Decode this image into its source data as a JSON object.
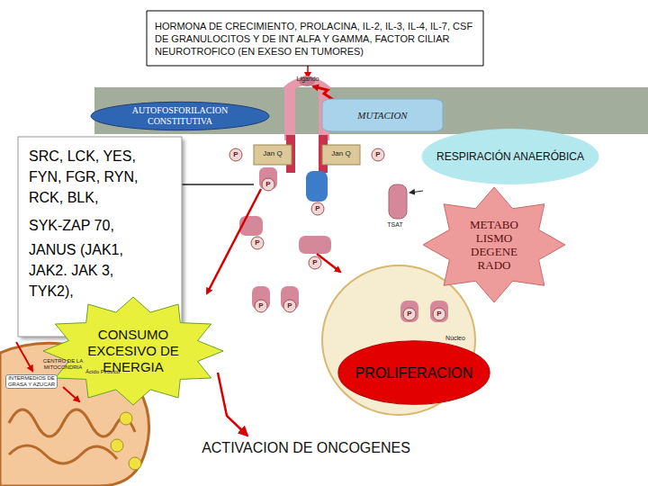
{
  "diagram": {
    "nodes": [
      {
        "text": [
          "HORMONA DE CRECIMIENTO, PROLACINA, IL-2, IL-3, IL-4, IL-7, CSF DE GRANULOCITOS Y DE INT ALFA Y GAMMA, FACTOR CILIAR NEUROTROFICO (EN EXESO EN TUMORES)"
        ]
      },
      {
        "text": [
          "AUTOFOSFORILACION CONSTITUTIVA"
        ]
      },
      {
        "text": [
          "MUTACION"
        ]
      },
      {
        "text": [
          "SRC, LCK, YES, FYN, FGR, RYN, RCK, BLK,",
          "SYK-ZAP 70,",
          "JANUS (JAK1, JAK2. JAK 3, TYK2),"
        ]
      },
      {
        "text": [
          "RESPIRACIÓN ANAERÓBICA"
        ]
      },
      {
        "text": [
          "METABO LISMO DEGENE RADO"
        ]
      },
      {
        "text": [
          "CONSUMO EXCESIVO DE ENERGIA"
        ]
      },
      {
        "text": [
          "PROLIFERACION"
        ]
      },
      {
        "text": [
          "ACTIVACION DE ONCOGENES"
        ]
      }
    ],
    "edges": [
      {
        "from": 6,
        "to": 8,
        "arrow": "to"
      }
    ],
    "labels": [
      "Ligando",
      "Jan Q",
      "Jan Q",
      "P",
      "P",
      "P",
      "P",
      "P",
      "P",
      "TSAT",
      "P",
      "P",
      "Núcleo",
      "P",
      "P",
      "INTERMEDIOS DE GRASA Y AZUCAR",
      "CENTRO DE LA MITOCONDRIA",
      "Ácido Pirúvico"
    ]
  }
}
